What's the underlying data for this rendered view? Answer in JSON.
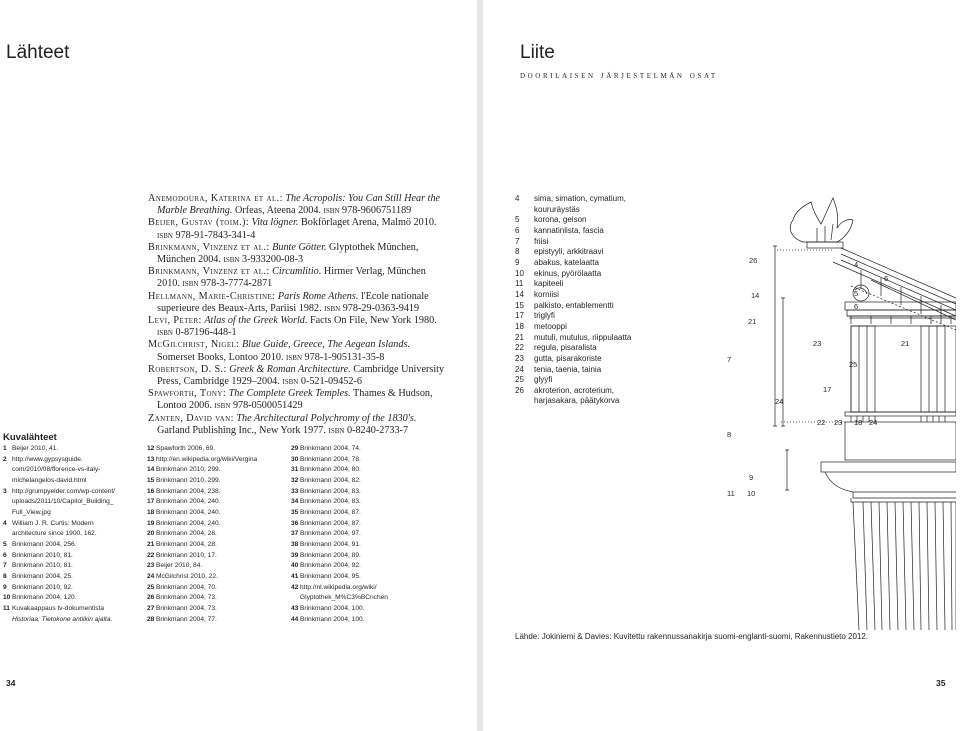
{
  "left_page": {
    "title": "Lähteet",
    "references": [
      {
        "author": "Anemodoura, Katerina et al.:",
        "title": "The Acropolis: You Can Still Hear the Marble Breathing.",
        "rest": "Orfeas, Ateena 2004.",
        "isbn": "isbn 978-9606751189"
      },
      {
        "author": "Beijer, Gustav (toim.):",
        "title": "Vita lögner.",
        "rest": "Bokförlaget Arena, Malmö 2010.",
        "isbn": "isbn 978-91-7843-341-4"
      },
      {
        "author": "Brinkmann, Vinzenz et al.:",
        "title": "Bunte Götter.",
        "rest": "Glyptothek München, München 2004.",
        "isbn": "isbn 3-933200-08-3"
      },
      {
        "author": "Brinkmann, Vinzenz et al.:",
        "title": "Circumlitio.",
        "rest": "Hirmer Verlag, München 2010.",
        "isbn": "isbn 978-3-7774-2871"
      },
      {
        "author": "Hellmann, Marie-Christine:",
        "title": "Paris Rome Athens.",
        "rest": "l'Ecole nationale superieure des Beaux-Arts, Pariisi 1982.",
        "isbn": "isbn 978-29-0363-9419"
      },
      {
        "author": "Levi, Peter:",
        "title": "Atlas of the Greek World.",
        "rest": "Facts On File, New York 1980.",
        "isbn": "isbn 0-87196-448-1"
      },
      {
        "author": "McGilchrist, Nigel:",
        "title": "Blue Guide, Greece, The Aegean Islands.",
        "rest": "Somerset Books, Lontoo 2010.",
        "isbn": "isbn 978-1-905131-35-8"
      },
      {
        "author": "Robertson, D. S.:",
        "title": "Greek & Roman Architecture.",
        "rest": "Cambridge University Press, Cambridge 1929–2004.",
        "isbn": "isbn 0-521-09452-6"
      },
      {
        "author": "Spawforth, Tony:",
        "title": "The Complete Greek Temples.",
        "rest": "Thames & Hudson, Lontoo 2006.",
        "isbn": "isbn 978-0500051429"
      },
      {
        "author": "Zanten, David van:",
        "title": "The Architectural Polychromy of the 1830's.",
        "rest": "Garland Publishing Inc., New York 1977.",
        "isbn": "isbn 0-8240-2733-7"
      }
    ],
    "image_credits_title": "Kuvalähteet",
    "credits_columns": [
      [
        {
          "n": "1",
          "t": "Beijer 2010, 41."
        },
        {
          "n": "2",
          "t": "http://www.gypsysguide."
        },
        {
          "n": "",
          "t": "com/2010/08/florence-vs-italy-"
        },
        {
          "n": "",
          "t": "michelangelos-david.html"
        },
        {
          "n": "3",
          "t": "http://grumpyelder.com/wp-content/"
        },
        {
          "n": "",
          "t": "uploads/2011/10/Capitol_Building_"
        },
        {
          "n": "",
          "t": "Full_View.jpg"
        },
        {
          "n": "4",
          "t": "William J. R. Curtis: Modern"
        },
        {
          "n": "",
          "t": "architecture since 1900, 162."
        },
        {
          "n": "5",
          "t": "Brinkmann 2004, 256."
        },
        {
          "n": "6",
          "t": "Brinkmann 2010, 81."
        },
        {
          "n": "7",
          "t": "Brinkmann 2010, 81."
        },
        {
          "n": "8",
          "t": "Brinkmann 2004, 25."
        },
        {
          "n": "9",
          "t": "Brinkmann 2010, 92."
        },
        {
          "n": "10",
          "t": "Brinkmann 2004, 120."
        },
        {
          "n": "11",
          "t": "Kuvakaappaus tv-dokumentista"
        },
        {
          "n": "",
          "t": "Historiaa: Tietokone antiikin ajalta.",
          "italic": true
        }
      ],
      [
        {
          "n": "12",
          "t": "Spawforth 2006, 69."
        },
        {
          "n": "13",
          "t": "http://en.wikipedia.org/wiki/Vergina"
        },
        {
          "n": "14",
          "t": "Brinkmann 2010, 299."
        },
        {
          "n": "15",
          "t": "Brinkmann 2010, 299."
        },
        {
          "n": "16",
          "t": "Brinkmann 2004, 238."
        },
        {
          "n": "17",
          "t": "Brinkmann 2004, 240."
        },
        {
          "n": "18",
          "t": "Brinkmann 2004, 240."
        },
        {
          "n": "19",
          "t": "Brinkmann 2004, 240."
        },
        {
          "n": "20",
          "t": "Brinkmann 2004, 28."
        },
        {
          "n": "21",
          "t": "Brinkmann 2004, 28."
        },
        {
          "n": "22",
          "t": "Brinkmann 2010, 17."
        },
        {
          "n": "23",
          "t": "Beijer 2010, 84."
        },
        {
          "n": "24",
          "t": "McGilchrist 2010, 22."
        },
        {
          "n": "25",
          "t": "Brinkmann 2004, 70."
        },
        {
          "n": "26",
          "t": "Brinkmann 2004, 73."
        },
        {
          "n": "27",
          "t": "Brinkmann 2004, 73."
        },
        {
          "n": "28",
          "t": "Brinkmann 2004, 77."
        }
      ],
      [
        {
          "n": "29",
          "t": "Brinkmann 2004, 74."
        },
        {
          "n": "30",
          "t": "Brinkmann 2004, 78."
        },
        {
          "n": "31",
          "t": "Brinkmann 2004, 80."
        },
        {
          "n": "32",
          "t": "Brinkmann 2004, 82."
        },
        {
          "n": "33",
          "t": "Brinkmann 2004, 83."
        },
        {
          "n": "34",
          "t": "Brinkmann 2004, 83."
        },
        {
          "n": "35",
          "t": "Brinkmann 2004, 87."
        },
        {
          "n": "36",
          "t": "Brinkmann 2004, 87."
        },
        {
          "n": "37",
          "t": "Brinkmann 2004, 97."
        },
        {
          "n": "38",
          "t": "Brinkmann 2004, 91."
        },
        {
          "n": "39",
          "t": "Brinkmann 2004, 89."
        },
        {
          "n": "40",
          "t": "Brinkmann 2004, 92."
        },
        {
          "n": "41",
          "t": "Brinkmann 2004, 95."
        },
        {
          "n": "42",
          "t": "http://nl.wikipedia.org/wiki/"
        },
        {
          "n": "",
          "t": "Glyptothek_M%C3%BCnchen"
        },
        {
          "n": "43",
          "t": "Brinkmann 2004, 100."
        },
        {
          "n": "44",
          "t": "Brinkmann 2004, 100."
        }
      ]
    ],
    "page_number": "34"
  },
  "right_page": {
    "title": "Liite",
    "subtitle": "doorilaisen järjestelmän osat",
    "legend": [
      {
        "n": "4",
        "t": "sima, simation, cymatium,"
      },
      {
        "n": "",
        "t": "koururäystäs"
      },
      {
        "n": "5",
        "t": "korona, geison"
      },
      {
        "n": "6",
        "t": "kannatinlista, fascia"
      },
      {
        "n": "7",
        "t": "friisi"
      },
      {
        "n": "8",
        "t": "epistyyli, arkkitraavi"
      },
      {
        "n": "9",
        "t": "abakus, katelaatta"
      },
      {
        "n": "10",
        "t": "ekinus, pyörölaatta"
      },
      {
        "n": "11",
        "t": "kapiteeli"
      },
      {
        "n": "14",
        "t": "korniisi"
      },
      {
        "n": "15",
        "t": "palkisto, entablementti"
      },
      {
        "n": "17",
        "t": "triglyfi"
      },
      {
        "n": "18",
        "t": "metooppi"
      },
      {
        "n": "21",
        "t": "mutuli, mutulus, riippulaatta"
      },
      {
        "n": "22",
        "t": "regula, pisaralista"
      },
      {
        "n": "23",
        "t": "gutta, pisarakoriste"
      },
      {
        "n": "24",
        "t": "tenia, taenia, tainia"
      },
      {
        "n": "25",
        "t": "glyyfi"
      },
      {
        "n": "26",
        "t": "akroterion, acroterium,"
      },
      {
        "n": "",
        "t": "harjasakara, päätykorva"
      }
    ],
    "diagram_labels": {
      "l26": "26",
      "l4": "4",
      "l6a": "6",
      "l14": "14",
      "l5": "5",
      "l6b": "6",
      "l21a": "21",
      "l23a": "23",
      "l21b": "21",
      "l7": "7",
      "l25": "25",
      "l24a": "24",
      "l17": "17",
      "l22": "22",
      "l23b": "23",
      "l18": "18",
      "l24b": "24",
      "l8": "8",
      "l9": "9",
      "l11": "11",
      "l10": "10"
    },
    "source": "Lähde: Jokiniemi & Davies: Kuvitettu rakennussanakirja suomi-englanti-suomi, Rakennustieto 2012.",
    "page_number": "35"
  }
}
